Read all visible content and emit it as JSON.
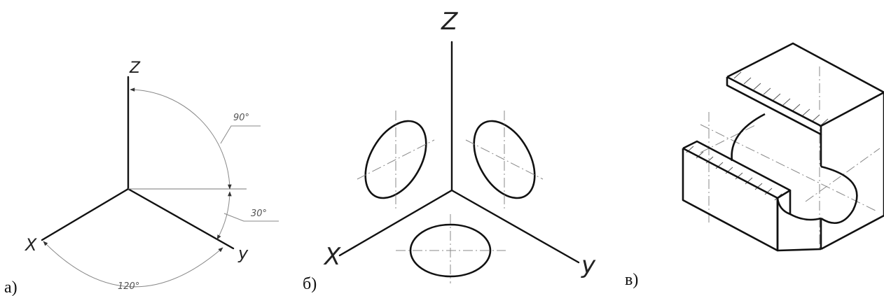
{
  "panels": {
    "a": {
      "label": "а)",
      "axes": {
        "z": "Z",
        "x": "X",
        "y": "y"
      },
      "angles": {
        "zy": "90°",
        "y": "30°",
        "xy": "120°"
      }
    },
    "b": {
      "label": "б)",
      "axes": {
        "z": "Z",
        "x": "X",
        "y": "y"
      }
    },
    "c": {
      "label": "в)"
    }
  }
}
